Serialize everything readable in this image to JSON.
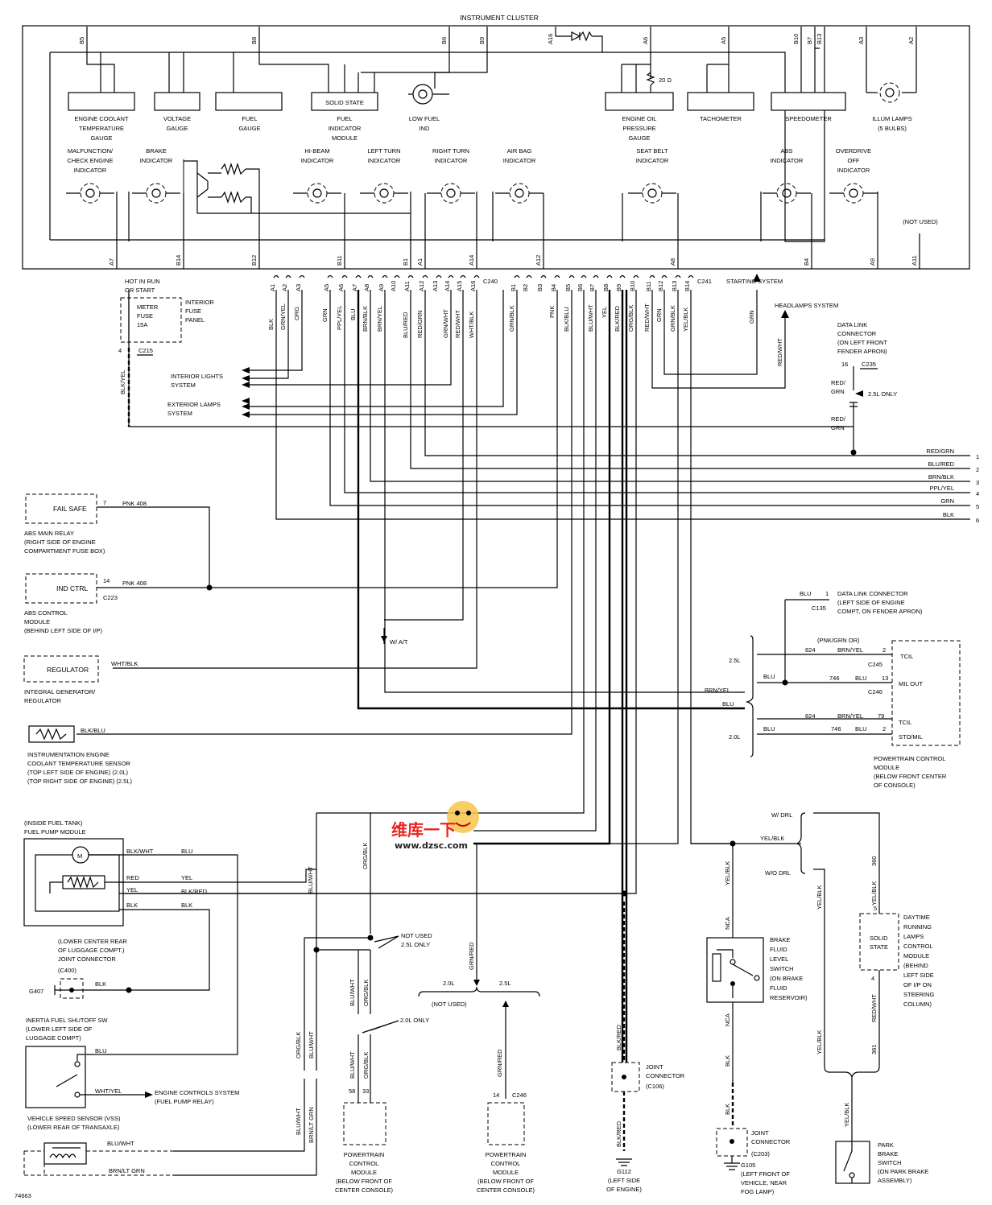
{
  "cluster_title": "INSTRUMENT CLUSTER",
  "top_pins": [
    "B5",
    "B8",
    "B6",
    "B9",
    "A16",
    "A6",
    "A5",
    "B10",
    "B7",
    "B13",
    "A3",
    "A2"
  ],
  "resistor_value": "20 Ω",
  "gauges": [
    "ENGINE COOLANT|TEMPERATURE|GAUGE",
    "VOLTAGE|GAUGE",
    "FUEL|GAUGE",
    "FUEL|INDICATOR|MODULE",
    "LOW FUEL|IND",
    "ENGINE OIL|PRESSURE|GAUGE",
    "TACHOMETER",
    "SPEEDOMETER",
    "ILLUM LAMPS|(5 BULBS)"
  ],
  "solid_state": "SOLID STATE",
  "indicators": [
    "MALFUNCTION/|CHECK ENGINE|INDICATOR",
    "BRAKE|INDICATOR",
    "HI-BEAM|INDICATOR",
    "LEFT TURN|INDICATOR",
    "RIGHT TURN|INDICATOR",
    "AIR BAG|INDICATOR",
    "SEAT BELT|INDICATOR",
    "ABS|INDICATOR",
    "OVERDRIVE|OFF|INDICATOR"
  ],
  "not_used": "(NOT USED)",
  "bottom_pins": [
    "A7",
    "B14",
    "B12",
    "B11",
    "B1",
    "A1",
    "A14",
    "A12",
    "A8",
    "B4",
    "A9",
    "A11"
  ],
  "c240": {
    "id": "C240",
    "pins": [
      "A1",
      "A2",
      "A3",
      "A5",
      "A6",
      "A7",
      "A8",
      "A9",
      "A10",
      "A11",
      "A12",
      "A13",
      "A14",
      "A15",
      "A16"
    ]
  },
  "c241": {
    "id": "C241",
    "pins": [
      "B1",
      "B2",
      "B3",
      "B4",
      "B5",
      "B6",
      "B7",
      "B8",
      "B9",
      "B10",
      "B11",
      "B12",
      "B13",
      "B14"
    ]
  },
  "wire_colors": [
    "BLK",
    "GRN/YEL",
    "ORG",
    "GRN",
    "PPL/YEL",
    "BLU",
    "BRN/BLK",
    "BRN/YEL",
    "BLU/RED",
    "RED/GRN",
    "GRN/WHT",
    "RED/WHT",
    "WHT/BLK",
    "GRN/BLK",
    "PNK",
    "BLK/BLU",
    "BLU/WHT",
    "YEL",
    "BLK/RED",
    "ORG/BLK",
    "RED/WHT",
    "GRN",
    "GRN/BLK",
    "YEL/BLK"
  ],
  "hot_label": "HOT IN RUN|OR START",
  "fuse_text": "METER|FUSE|15A",
  "fuse_panel": "INTERIOR|FUSE|PANEL",
  "c215_pin": "4",
  "c215": "C215",
  "blk_yel": "BLK/YEL",
  "starting_system": "STARTING SYSTEM",
  "headlamps_system": "HEADLAMPS SYSTEM",
  "grn": "GRN",
  "red_wht": "RED/WHT",
  "interior_lights": "INTERIOR LIGHTS|SYSTEM",
  "exterior_lamps": "EXTERIOR LAMPS|SYSTEM",
  "dlc_front": "DATA LINK|CONNECTOR|(ON LEFT FRONT|FENDER APRON)",
  "dlc_pin": "16",
  "c235": "C235",
  "red_grn": "RED/|GRN",
  "only_25l": "2.5L ONLY",
  "out_wires": [
    [
      "RED/GRN",
      "1"
    ],
    [
      "BLU/RED",
      "2"
    ],
    [
      "BRN/BLK",
      "3"
    ],
    [
      "PPL/YEL",
      "4"
    ],
    [
      "GRN",
      "5"
    ],
    [
      "BLK",
      "6"
    ]
  ],
  "fail_safe": "FAIL SAFE",
  "abs_pin7": "7",
  "pnk_408": "PNK     408",
  "abs_relay": "ABS MAIN RELAY|(RIGHT SIDE OF ENGINE|COMPARTMENT FUSE BOX)",
  "ind_ctrl": "IND CTRL",
  "abs_pin14": "14",
  "c223": "C223",
  "abs_module": "ABS CONTROL|MODULE|(BEHIND LEFT SIDE OF I/P)",
  "wat": "W/ A/T",
  "regulator": "REGULATOR",
  "wht_blk": "WHT/BLK",
  "generator": "INTEGRAL GENERATOR/|REGULATOR",
  "blk_blu": "BLK/BLU",
  "sensor": "INSTRUMENTATION ENGINE|COOLANT TEMPERATURE SENSOR|(TOP LEFT SIDE OF ENGINE) (2.0L)|(TOP RIGHT SIDE OF ENGINE) (2.5L)",
  "dlc_left": {
    "wire": "BLU",
    "pin": "1",
    "conn": "C135",
    "text": "DATA LINK CONNECTOR|(LEFT SIDE OF ENGINE|COMPT, ON FENDER APRON)"
  },
  "pcm_right": {
    "l25": "2.5L",
    "l20": "2.0L",
    "pnk_grn_or": "(PNK/GRN OR)",
    "w824": "824",
    "brn_yel": "BRN/YEL",
    "p2": "2",
    "tcil": "TCIL",
    "c245": "C245",
    "blu": "BLU",
    "w746": "746",
    "p13": "13",
    "mil_out": "MIL OUT",
    "c246": "C246",
    "p79": "79",
    "stomil": "STO/MIL",
    "name": "POWERTRAIN CONTROL|MODULE|(BELOW FRONT CENTER|OF CONSOLE)"
  },
  "fuel_tank": "(INSIDE FUEL TANK)|FUEL PUMP MODULE",
  "fp_wires": [
    "BLK/WHT",
    "BLU",
    "RED",
    "YEL",
    "YEL",
    "BLK/RED",
    "BLK",
    "BLK"
  ],
  "joint_c400": "(LOWER CENTER REAR|OF LUGGAGE COMPT.)|JOINT CONNECTOR",
  "c400": "(C400)",
  "g407": "G407",
  "blk": "BLK",
  "inertia": "INERTIA FUEL SHUTOFF SW|(LOWER LEFT SIDE OF|LUGGAGE COMPT)",
  "wht_yel": "WHT/YEL",
  "engine_controls": "ENGINE CONTROLS SYSTEM|(FUEL PUMP RELAY)",
  "vss": "VEHICLE SPEED SENSOR (VSS)|(LOWER REAR OF TRANSAXLE)",
  "blu_wht": "BLU/WHT",
  "brn_lt_grn": "BRN/LT GRN",
  "org_blk": "ORG/BLK",
  "not_used_25": "NOT USED|2.5L ONLY",
  "only_20l": "2.0L ONLY",
  "pcm_pins": [
    "58",
    "33"
  ],
  "pcm_bottom": "POWERTRAIN|CONTROL|MODULE|(BELOW FRONT OF|CENTER CONSOLE)",
  "grn_red": "GRN/RED",
  "l20b": "2.0L",
  "l25b": "2.5L",
  "not_used_paren": "(NOT USED)",
  "pcm2_pin": "14",
  "c246b": "C246",
  "joint_c106": "JOINT|CONNECTOR",
  "c106": "(C106)",
  "blk_red": "BLK/RED",
  "g112": "G112|(LEFT SIDE|OF ENGINE)",
  "drl_w": "W/ DRL",
  "drl_wo": "W/O DRL",
  "yel_blk": "YEL/BLK",
  "w360": "360",
  "w361": "361",
  "drl_pin5": "5",
  "drl_pin4": "4",
  "drl_module": "DAYTIME|RUNNING|LAMPS|CONTROL|MODULE|(BEHIND|LEFT SIDE|OF I/P ON|STEERING|COLUMN)",
  "solid_state2": "SOLID|STATE",
  "nca": "NCA",
  "brake_fluid": "BRAKE|FLUID|LEVEL|SWITCH|(ON BRAKE|FLUID|RESERVOIR)",
  "joint_c203": "JOINT|CONNECTOR",
  "c203": "(C203)",
  "g105": "G105|(LEFT FRONT OF|VEHICLE, NEAR|FOG LAMP)",
  "park_brake": "PARK|BRAKE|SWITCH|(ON PARK BRAKE|ASSEMBLY)",
  "fig_id": "74663",
  "watermark_logo": "维库一下",
  "watermark_url": "www.dzsc.com"
}
